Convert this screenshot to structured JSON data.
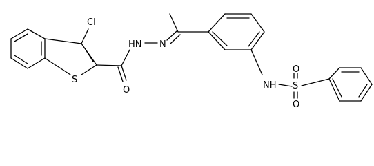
{
  "figure": {
    "kind": "chemical-structure",
    "colors": {
      "background": "#ffffff",
      "stroke": "#000000"
    }
  },
  "atom_labels": {
    "cl": "Cl",
    "s_thiophene": "S",
    "o_amide": "O",
    "hn": "HN",
    "n_imine": "N",
    "nh": "NH",
    "o_sulfonyl_top": "O",
    "s_sulfonyl": "S",
    "o_sulfonyl_bottom": "O"
  }
}
